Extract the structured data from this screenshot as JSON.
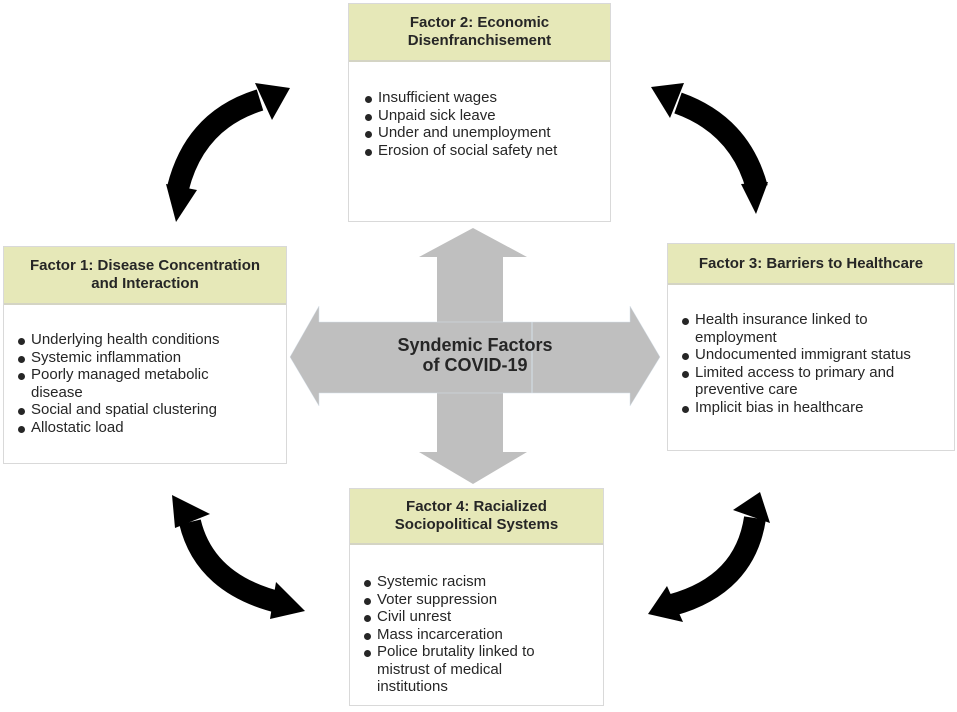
{
  "center": {
    "line1": "Syndemic Factors",
    "line2": "of COVID-19"
  },
  "colors": {
    "header_fill": "#e6e8b8",
    "arrow_gray": "#bfbfbf",
    "curved_arrow": "#000000",
    "text": "#262626"
  },
  "factors": [
    {
      "id": "factor-1",
      "title_line1": "Factor 1: Disease Concentration",
      "title_line2": "and Interaction",
      "items": [
        "Underlying health conditions",
        "Systemic inflammation",
        "Poorly managed metabolic disease",
        "Social and spatial clustering",
        "Allostatic load"
      ]
    },
    {
      "id": "factor-2",
      "title_line1": "Factor 2: Economic",
      "title_line2": "Disenfranchisement",
      "items": [
        "Insufficient wages",
        "Unpaid sick leave",
        "Under and unemployment",
        "Erosion of social safety net"
      ]
    },
    {
      "id": "factor-3",
      "title_line1": "Factor 3: Barriers to Healthcare",
      "title_line2": "",
      "items": [
        "Health insurance linked to employment",
        "Undocumented immigrant status",
        "Limited access to primary and preventive care",
        "Implicit bias in healthcare"
      ]
    },
    {
      "id": "factor-4",
      "title_line1": "Factor 4: Racialized",
      "title_line2": "Sociopolitical Systems",
      "items": [
        "Systemic racism",
        "Voter suppression",
        "Civil unrest",
        "Mass incarceration",
        "Police brutality linked to mistrust of medical institutions"
      ]
    }
  ],
  "connections": [
    {
      "from": "Factor 1",
      "to": "Factor 2",
      "type": "bidirectional"
    },
    {
      "from": "Factor 2",
      "to": "Factor 3",
      "type": "bidirectional"
    },
    {
      "from": "Factor 3",
      "to": "Factor 4",
      "type": "bidirectional"
    },
    {
      "from": "Factor 4",
      "to": "Factor 1",
      "type": "bidirectional"
    }
  ]
}
